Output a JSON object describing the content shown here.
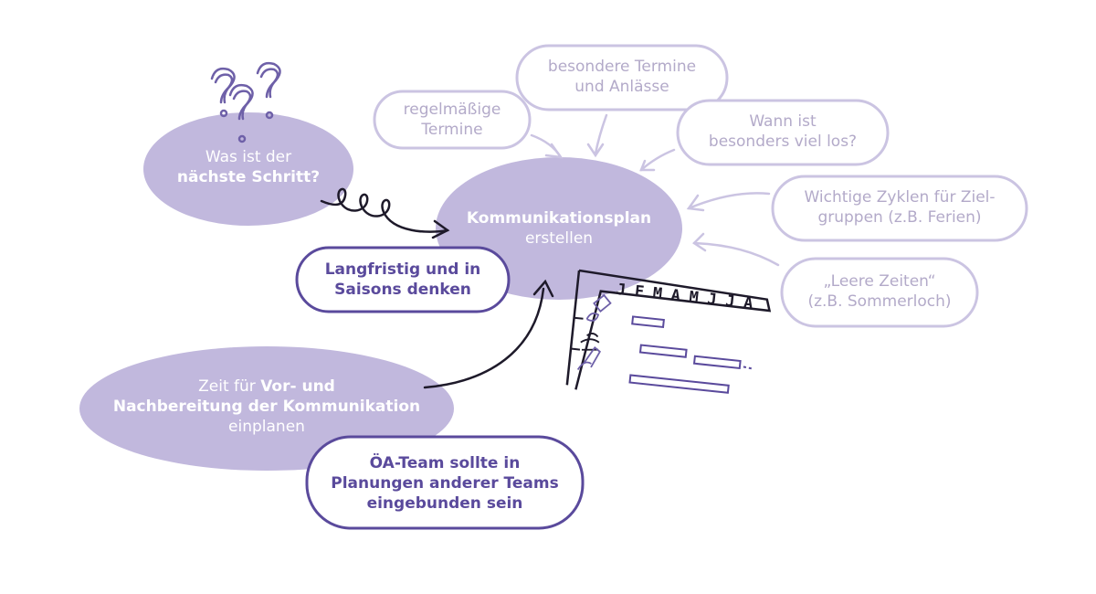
{
  "center": {
    "title": "Kommunikationsplan",
    "subtitle": "erstellen"
  },
  "question_bubble": {
    "line1": "Was ist der",
    "line2": "nächste Schritt?"
  },
  "outline_bubbles": [
    {
      "line1": "regelmäßige",
      "line2": "Termine"
    },
    {
      "line1": "besondere Termine",
      "line2": "und Anlässe"
    },
    {
      "line1": "Wann ist",
      "line2": "besonders viel los?"
    },
    {
      "line1": "Wichtige Zyklen für Ziel-",
      "line2": "gruppen (z.B. Ferien)"
    },
    {
      "line1": "„Leere Zeiten“",
      "line2": "(z.B. Sommerloch)"
    }
  ],
  "tip_bubbles": [
    {
      "line1": "Langfristig und in",
      "line2": "Saisons denken"
    },
    {
      "line1": "ÖA-Team sollte in",
      "line2": "Planungen anderer Teams",
      "line3": "eingebunden sein"
    }
  ],
  "prep_bubble": {
    "line1_prefix": "Zeit für ",
    "line1_bold": "Vor- und",
    "line2_bold": "Nachbereitung der Kommunikation",
    "line3": "einplanen"
  },
  "calendar": {
    "months": [
      "J",
      "F",
      "M",
      "A",
      "M",
      "J",
      "J",
      "A"
    ]
  },
  "colors": {
    "fill": "#c1b8dd",
    "outline": "#c9c2e0",
    "dark": "#5a4a9c"
  }
}
